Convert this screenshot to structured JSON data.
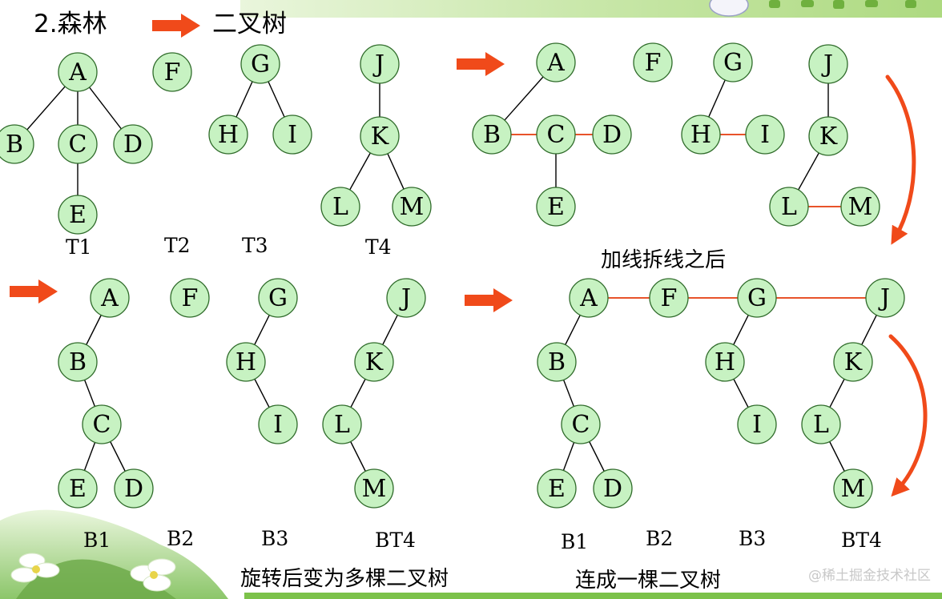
{
  "slide": {
    "title": "2.森林",
    "title_target": "二叉树",
    "step_merge_caption": "加线拆线之后",
    "bottom_caption_left": "旋转后变为多棵二叉树",
    "bottom_caption_right": "连成一棵二叉树",
    "watermark": "@稀土掘金技术社区"
  },
  "colors": {
    "node_fill": "#c7f2c2",
    "node_stroke": "#2f6b2a",
    "edge": "#000000",
    "added_edge": "#e8532a",
    "arrow": "#f04a1a",
    "banner_green": "#7cc24a"
  },
  "panels": {
    "forest": {
      "nodes": [
        {
          "id": "A",
          "label": "A"
        },
        {
          "id": "B",
          "label": "B"
        },
        {
          "id": "C",
          "label": "C"
        },
        {
          "id": "D",
          "label": "D"
        },
        {
          "id": "E",
          "label": "E"
        },
        {
          "id": "F",
          "label": "F"
        },
        {
          "id": "G",
          "label": "G"
        },
        {
          "id": "H",
          "label": "H"
        },
        {
          "id": "I",
          "label": "I"
        },
        {
          "id": "J",
          "label": "J"
        },
        {
          "id": "K",
          "label": "K"
        },
        {
          "id": "L",
          "label": "L"
        },
        {
          "id": "M",
          "label": "M"
        }
      ],
      "edges": [
        [
          "A",
          "B"
        ],
        [
          "A",
          "C"
        ],
        [
          "A",
          "D"
        ],
        [
          "C",
          "E"
        ],
        [
          "G",
          "H"
        ],
        [
          "G",
          "I"
        ],
        [
          "J",
          "K"
        ],
        [
          "K",
          "L"
        ],
        [
          "K",
          "M"
        ]
      ],
      "tree_labels": [
        "T1",
        "T2",
        "T3",
        "T4"
      ]
    },
    "added_lines": {
      "nodes": [
        {
          "id": "A",
          "label": "A"
        },
        {
          "id": "B",
          "label": "B"
        },
        {
          "id": "C",
          "label": "C"
        },
        {
          "id": "D",
          "label": "D"
        },
        {
          "id": "E",
          "label": "E"
        },
        {
          "id": "F",
          "label": "F"
        },
        {
          "id": "G",
          "label": "G"
        },
        {
          "id": "H",
          "label": "H"
        },
        {
          "id": "I",
          "label": "I"
        },
        {
          "id": "J",
          "label": "J"
        },
        {
          "id": "K",
          "label": "K"
        },
        {
          "id": "L",
          "label": "L"
        },
        {
          "id": "M",
          "label": "M"
        }
      ],
      "edges": [
        [
          "A",
          "B"
        ],
        [
          "C",
          "E"
        ],
        [
          "G",
          "H"
        ],
        [
          "J",
          "K"
        ],
        [
          "K",
          "L"
        ]
      ],
      "added_edges": [
        [
          "B",
          "C"
        ],
        [
          "C",
          "D"
        ],
        [
          "H",
          "I"
        ],
        [
          "L",
          "M"
        ]
      ]
    },
    "binary_trees": {
      "nodes": [
        {
          "id": "A",
          "label": "A"
        },
        {
          "id": "B",
          "label": "B"
        },
        {
          "id": "C",
          "label": "C"
        },
        {
          "id": "E",
          "label": "E"
        },
        {
          "id": "D",
          "label": "D"
        },
        {
          "id": "F",
          "label": "F"
        },
        {
          "id": "G",
          "label": "G"
        },
        {
          "id": "H",
          "label": "H"
        },
        {
          "id": "I",
          "label": "I"
        },
        {
          "id": "J",
          "label": "J"
        },
        {
          "id": "K",
          "label": "K"
        },
        {
          "id": "L",
          "label": "L"
        },
        {
          "id": "M",
          "label": "M"
        }
      ],
      "edges": [
        [
          "A",
          "B"
        ],
        [
          "B",
          "C"
        ],
        [
          "C",
          "E"
        ],
        [
          "C",
          "D"
        ],
        [
          "G",
          "H"
        ],
        [
          "H",
          "I"
        ],
        [
          "J",
          "K"
        ],
        [
          "K",
          "L"
        ],
        [
          "L",
          "M"
        ]
      ],
      "tree_labels": [
        "B1",
        "B2",
        "B3",
        "BT4"
      ]
    },
    "single_tree": {
      "nodes": [
        {
          "id": "A",
          "label": "A"
        },
        {
          "id": "F",
          "label": "F"
        },
        {
          "id": "G",
          "label": "G"
        },
        {
          "id": "J",
          "label": "J"
        },
        {
          "id": "B",
          "label": "B"
        },
        {
          "id": "C",
          "label": "C"
        },
        {
          "id": "E",
          "label": "E"
        },
        {
          "id": "D",
          "label": "D"
        },
        {
          "id": "H",
          "label": "H"
        },
        {
          "id": "I",
          "label": "I"
        },
        {
          "id": "K",
          "label": "K"
        },
        {
          "id": "L",
          "label": "L"
        },
        {
          "id": "M",
          "label": "M"
        }
      ],
      "edges": [
        [
          "A",
          "B"
        ],
        [
          "B",
          "C"
        ],
        [
          "C",
          "E"
        ],
        [
          "C",
          "D"
        ],
        [
          "G",
          "H"
        ],
        [
          "H",
          "I"
        ],
        [
          "J",
          "K"
        ],
        [
          "K",
          "L"
        ],
        [
          "L",
          "M"
        ]
      ],
      "added_edges": [
        [
          "A",
          "F"
        ],
        [
          "F",
          "G"
        ],
        [
          "G",
          "J"
        ]
      ],
      "tree_labels": [
        "B1",
        "B2",
        "B3",
        "BT4"
      ]
    }
  }
}
